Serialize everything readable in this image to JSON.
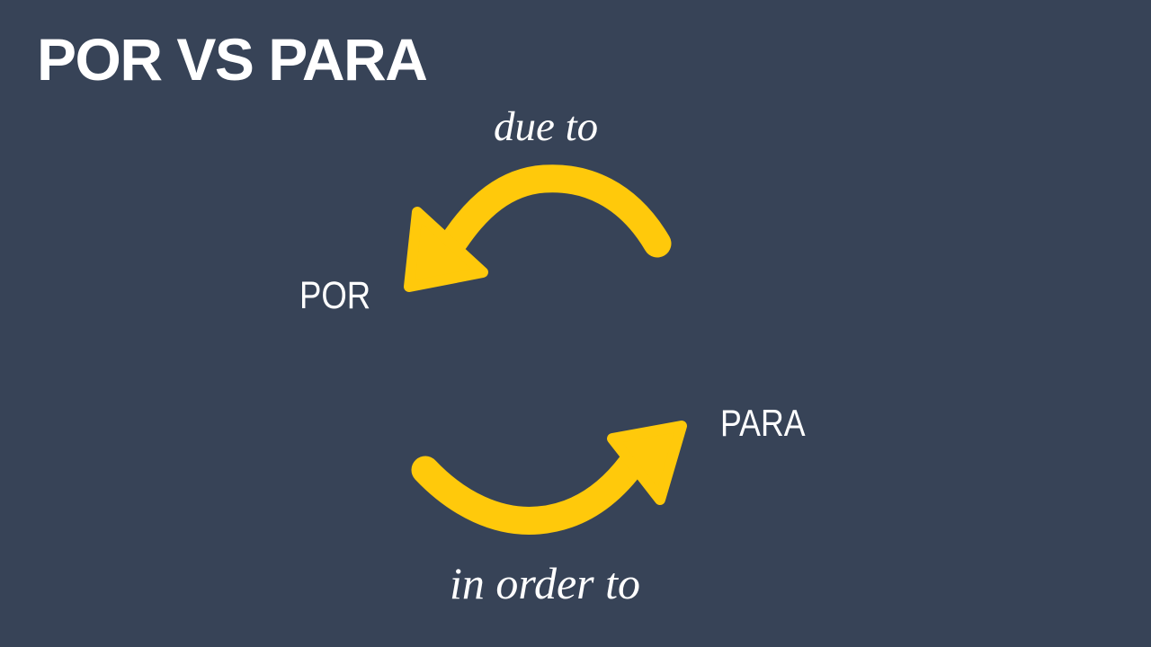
{
  "slide": {
    "title": "POR VS PARA",
    "background_color": "#374357",
    "accent_color": "#FFC90B",
    "text_color": "#FFFFFF"
  },
  "diagram": {
    "top_label": "due to",
    "left_term": "POR",
    "right_term": "PARA",
    "bottom_label": "in order to",
    "top_arrow_direction": "curves-down-left-toward-POR",
    "bottom_arrow_direction": "curves-up-right-toward-PARA"
  }
}
